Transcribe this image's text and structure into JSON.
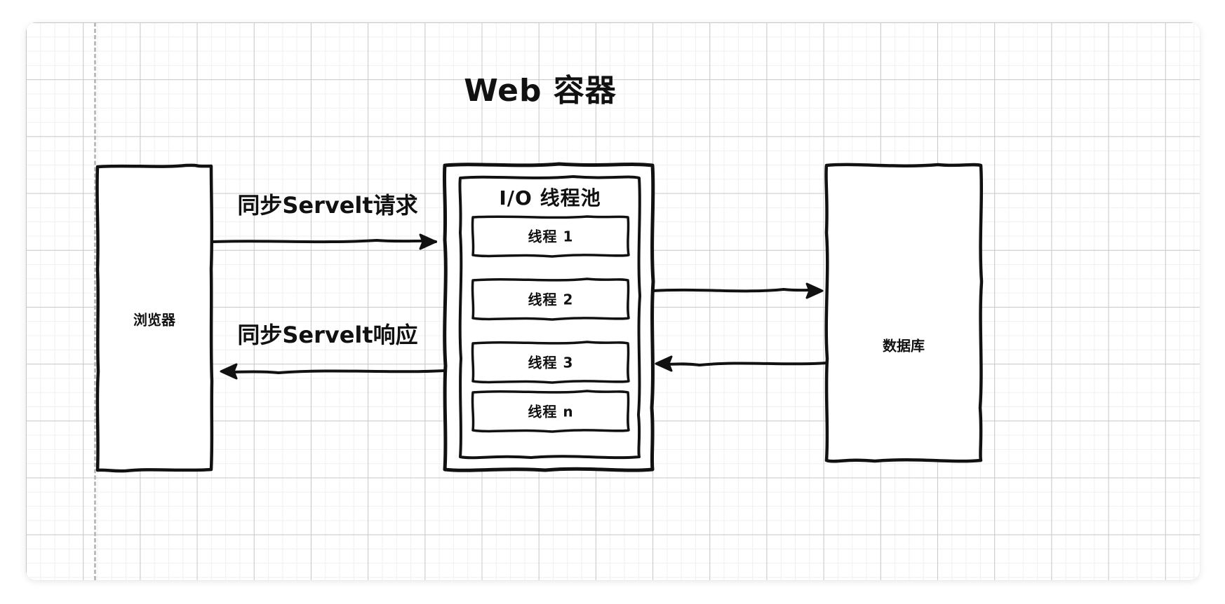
{
  "diagram": {
    "title": "Web 容器",
    "nodes": {
      "browser": {
        "label": "浏览器"
      },
      "database": {
        "label": "数据库"
      },
      "pool": {
        "label": "I/O 线程池"
      }
    },
    "threads": [
      {
        "label": "线程 1"
      },
      {
        "label": "线程 2"
      },
      {
        "label": "线程 3"
      },
      {
        "label": "线程 n"
      }
    ],
    "edges": [
      {
        "label": "同步Servelt请求"
      },
      {
        "label": "同步Servelt响应"
      },
      {
        "label": ""
      },
      {
        "label": ""
      }
    ],
    "colors": {
      "stroke": "#111111",
      "background": "#ffffff",
      "grid_minor": "#f0f0f0",
      "grid_major": "#c8c8c8",
      "guide_dash": "#bcbcbc"
    }
  }
}
